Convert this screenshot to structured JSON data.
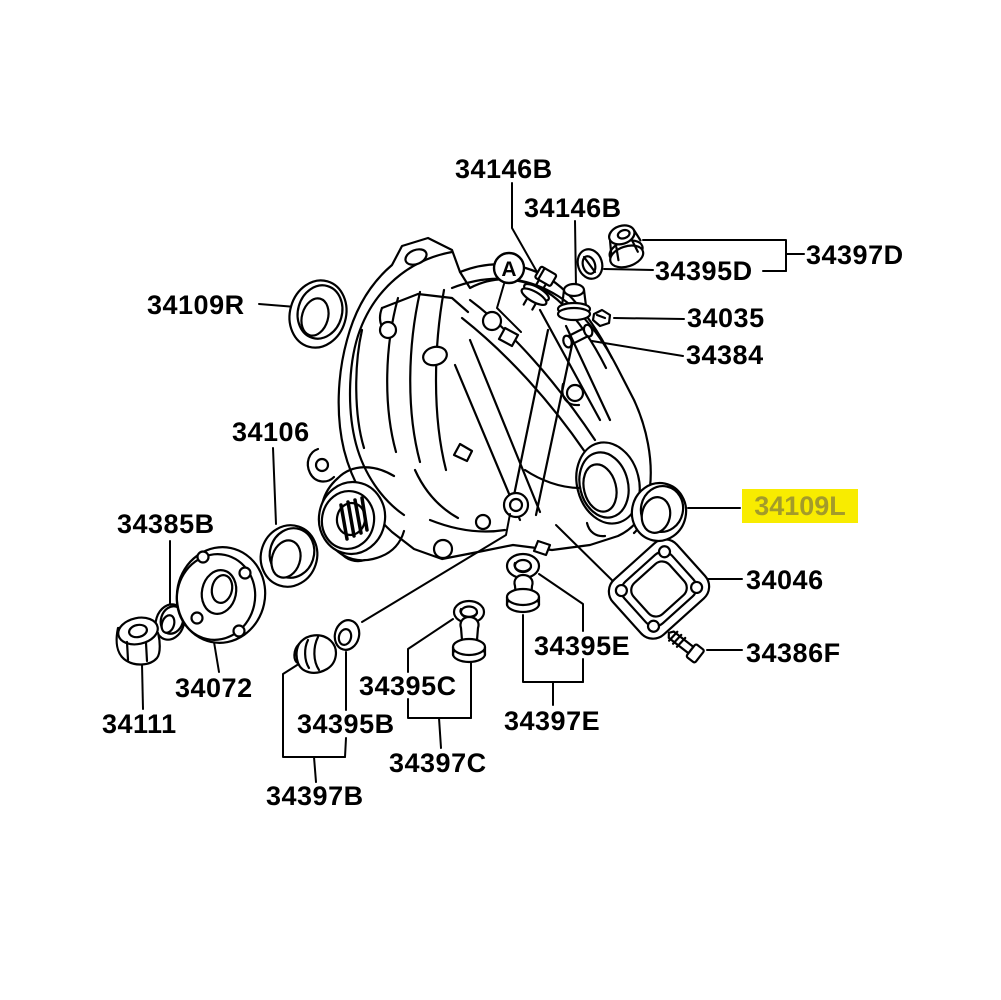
{
  "diagram": {
    "kind": "exploded-parts-diagram",
    "subject": "rear differential carrier assembly",
    "background_color": "#ffffff",
    "line_color": "#000000"
  },
  "highlight": {
    "bg_color": "#F8EC00",
    "text_color": "#A39B2A",
    "highlighted_part": "34109L"
  },
  "callout": {
    "marker": "A"
  },
  "labels": {
    "p34146b_top": "34146B",
    "p34146b_mid": "34146B",
    "p34397d": "34397D",
    "p34395d": "34395D",
    "p34035": "34035",
    "p34384": "34384",
    "p34109r": "34109R",
    "p34106": "34106",
    "p34385b": "34385B",
    "p34109l": "34109L",
    "p34046": "34046",
    "p34386f": "34386F",
    "p34072": "34072",
    "p34111": "34111",
    "p34395b": "34395B",
    "p34395c": "34395C",
    "p34397c": "34397C",
    "p34397b": "34397B",
    "p34395e": "34395E",
    "p34397e": "34397E"
  }
}
